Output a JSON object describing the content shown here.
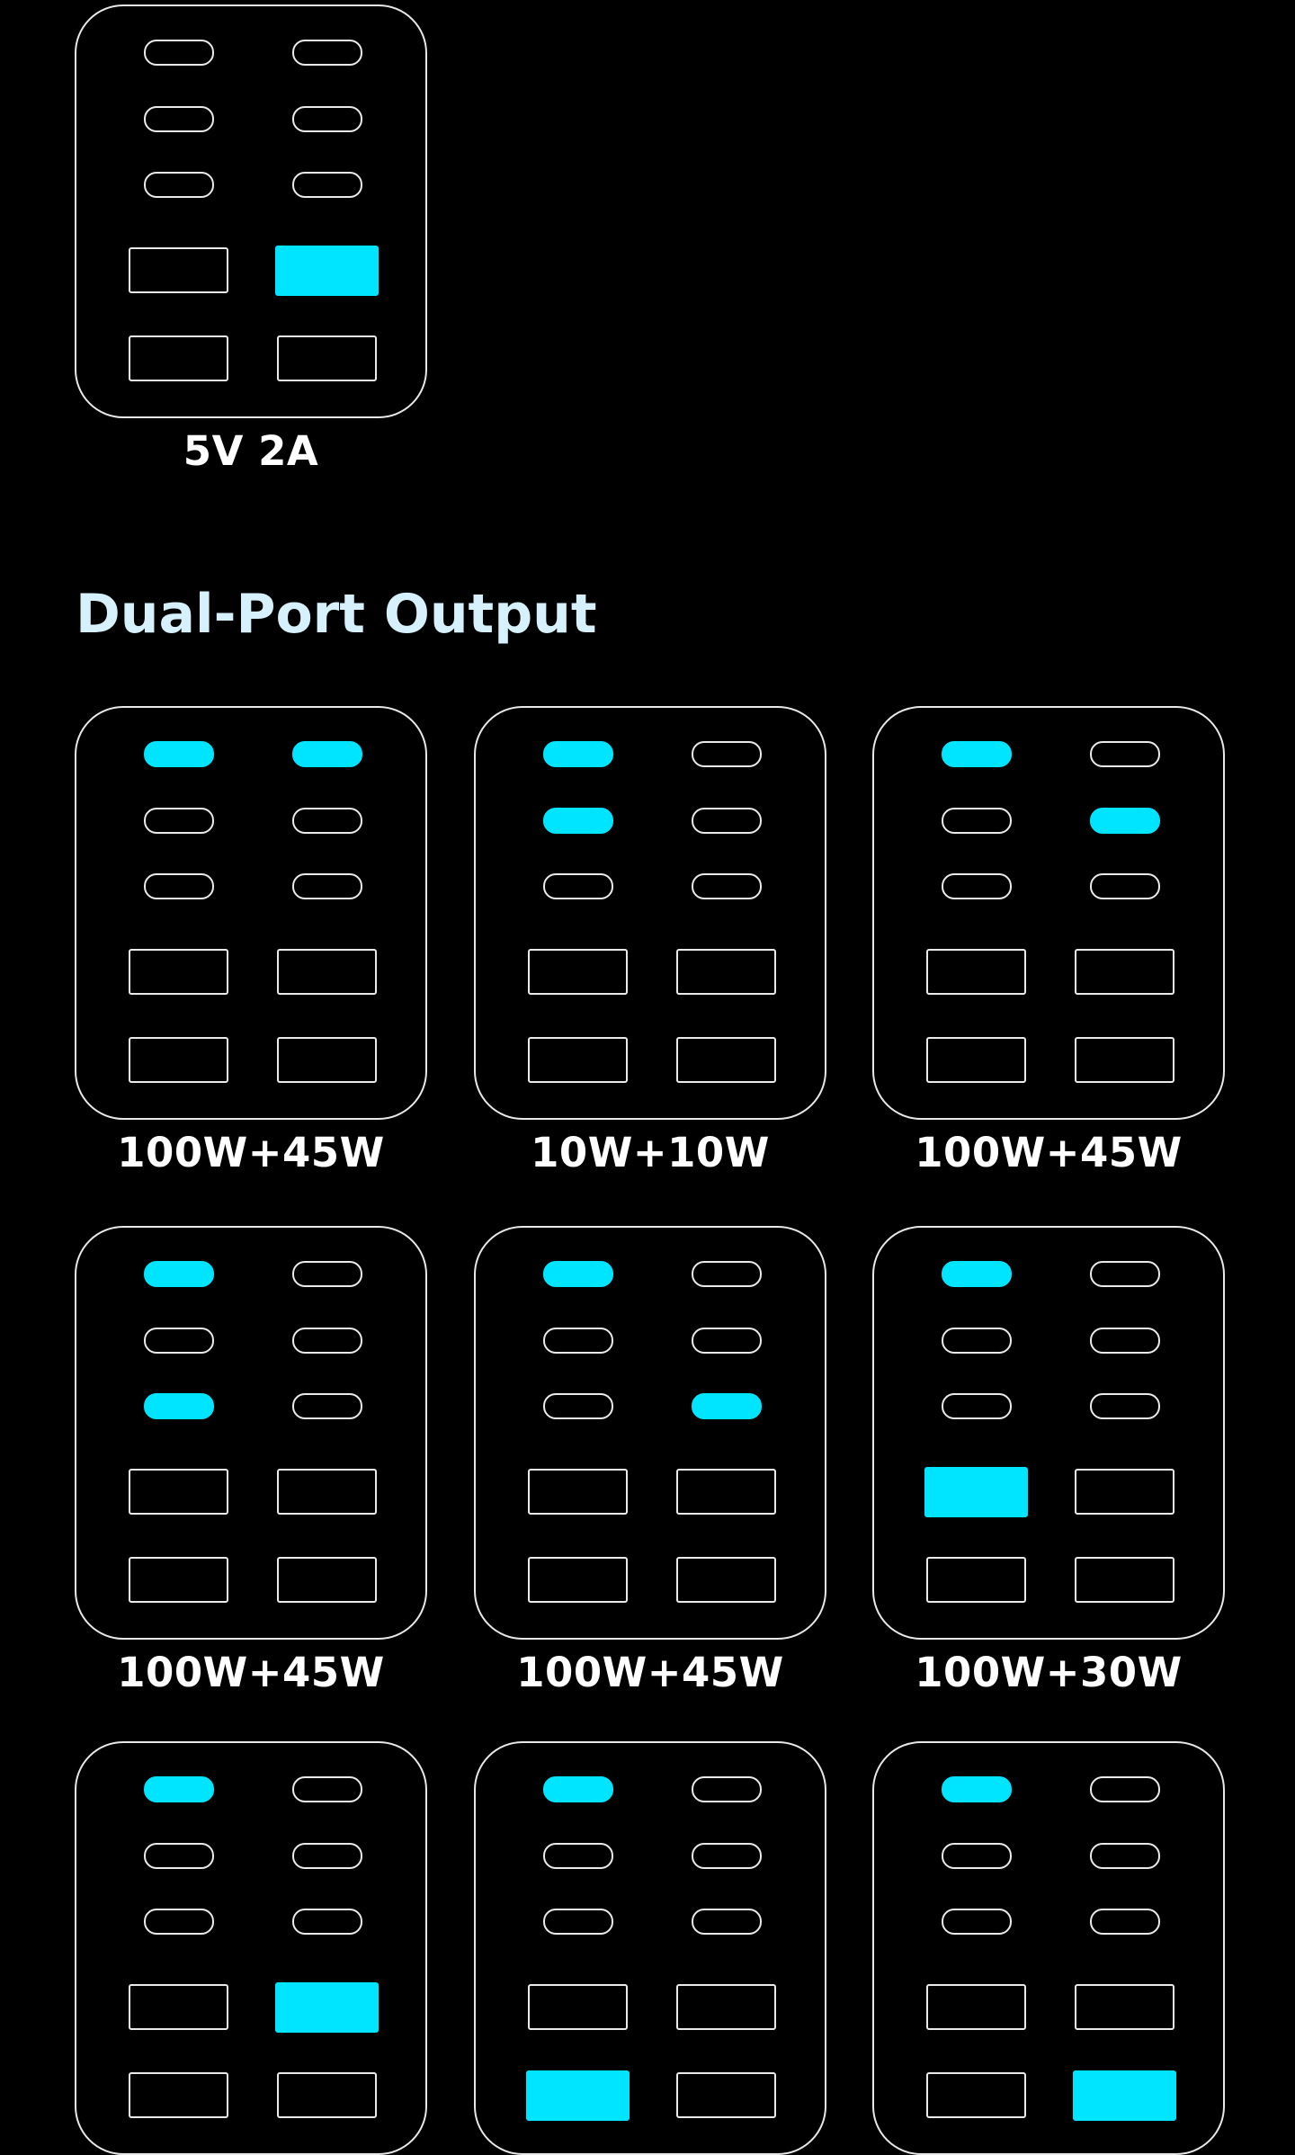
{
  "colors": {
    "accent": "#00e5ff",
    "outline": "#e8e8e8",
    "heading": "#d6f1fb",
    "background": "#000000"
  },
  "section_heading": "Dual-Port Output",
  "top_card": {
    "label": "5V 2A",
    "active_ports": [
      "usb-a-4-2"
    ]
  },
  "cards": [
    {
      "label": "100W+45W",
      "active_ports": [
        "usb-c-1-1",
        "usb-c-1-2"
      ]
    },
    {
      "label": "10W+10W",
      "active_ports": [
        "usb-c-1-1",
        "usb-c-2-1"
      ]
    },
    {
      "label": "100W+45W",
      "active_ports": [
        "usb-c-1-1",
        "usb-c-2-2"
      ]
    },
    {
      "label": "100W+45W",
      "active_ports": [
        "usb-c-1-1",
        "usb-c-3-1"
      ]
    },
    {
      "label": "100W+45W",
      "active_ports": [
        "usb-c-1-1",
        "usb-c-3-2"
      ]
    },
    {
      "label": "100W+30W",
      "active_ports": [
        "usb-c-1-1",
        "usb-a-4-1"
      ]
    },
    {
      "label": "",
      "active_ports": [
        "usb-c-1-1",
        "usb-a-4-2"
      ]
    },
    {
      "label": "",
      "active_ports": [
        "usb-c-1-1",
        "usb-a-5-1"
      ]
    },
    {
      "label": "",
      "active_ports": [
        "usb-c-1-1",
        "usb-a-5-2"
      ]
    }
  ]
}
